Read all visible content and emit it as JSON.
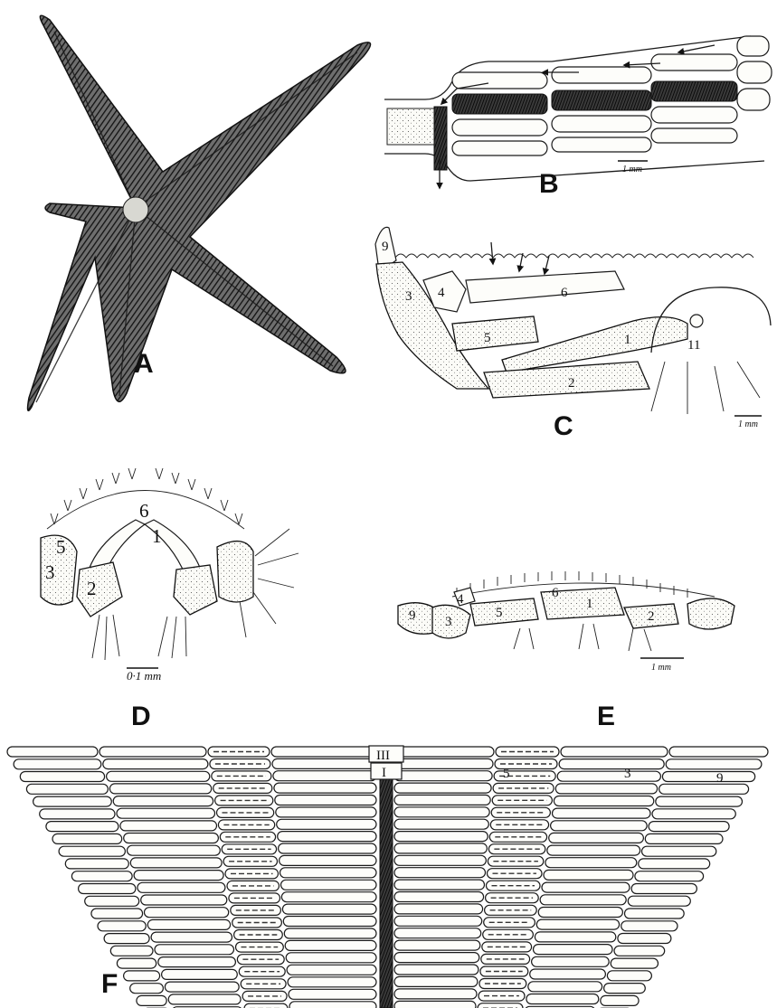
{
  "panels": {
    "A": {
      "letter": "A"
    },
    "B": {
      "letter": "B",
      "scale": "1 mm"
    },
    "C": {
      "letter": "C",
      "scale": "1 mm",
      "labels": [
        "9",
        "3",
        "4",
        "6",
        "5",
        "1",
        "2",
        "11"
      ]
    },
    "D": {
      "letter": "D",
      "scale": "0·1 mm",
      "labels": [
        "6",
        "1",
        "5",
        "3",
        "2"
      ]
    },
    "E": {
      "letter": "E",
      "scale": "1 mm",
      "labels": [
        "9",
        "4",
        "6",
        "5",
        "1",
        "3",
        "2"
      ]
    },
    "F": {
      "letter": "F",
      "labels": [
        "III",
        "I",
        "5",
        "3",
        "9"
      ]
    }
  }
}
